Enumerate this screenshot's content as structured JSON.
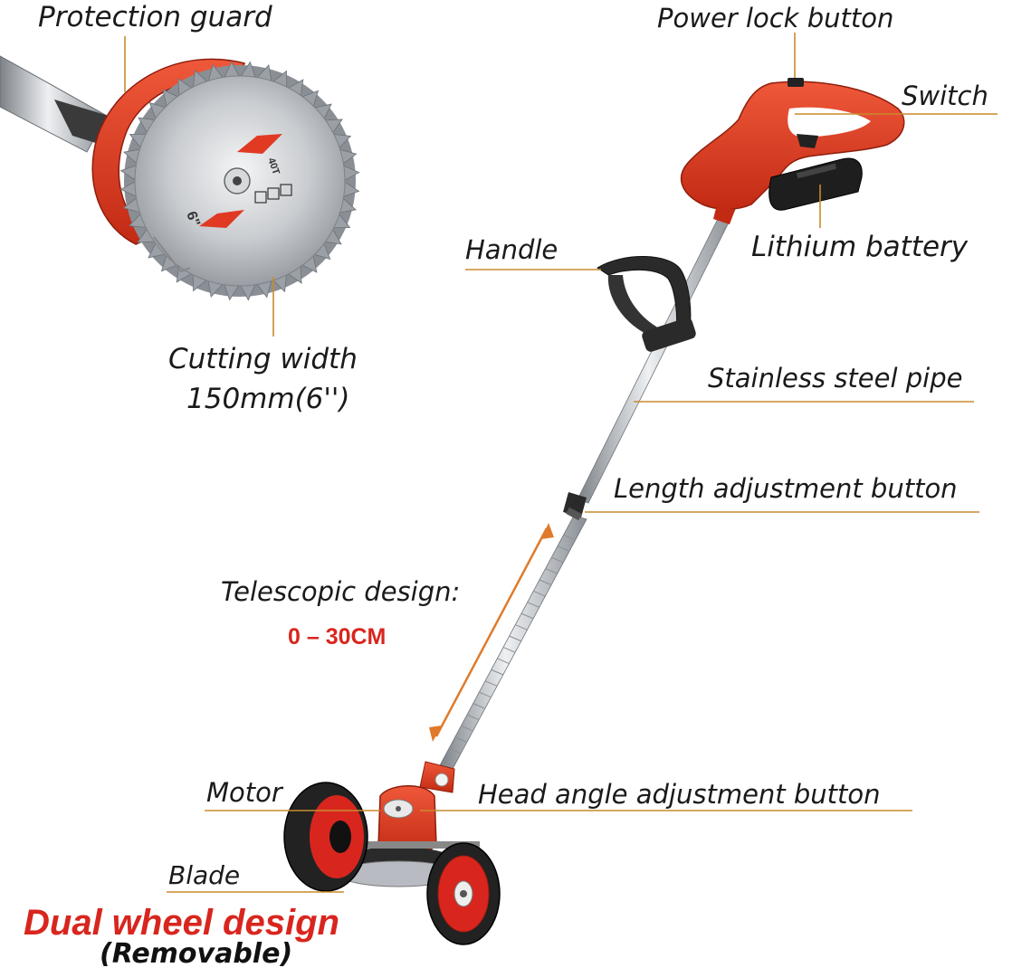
{
  "labels": {
    "protection_guard": "Protection guard",
    "power_lock_button": "Power lock button",
    "switch": "Switch",
    "lithium_battery": "Lithium battery",
    "handle": "Handle",
    "cutting_width_line1": "Cutting width",
    "cutting_width_line2": "150mm(6'')",
    "stainless_steel_pipe": "Stainless steel pipe",
    "length_adjustment_button": "Length adjustment button",
    "telescopic_design": "Telescopic design:",
    "telescopic_range": "0 – 30CM",
    "motor": "Motor",
    "head_angle_adjustment_button": "Head angle adjustment button",
    "blade": "Blade",
    "dual_wheel_design": "Dual wheel design",
    "removable": "(Removable)"
  },
  "blade_marking": {
    "size": "6\"",
    "teeth": "40T"
  },
  "colors": {
    "body_red": "#e03a22",
    "callout_line": "#c98a2e",
    "accent_red": "#d8261e",
    "arrow_orange": "#e07a2a",
    "steel": "#b8bcc2",
    "rubber": "#2a2a2a"
  }
}
